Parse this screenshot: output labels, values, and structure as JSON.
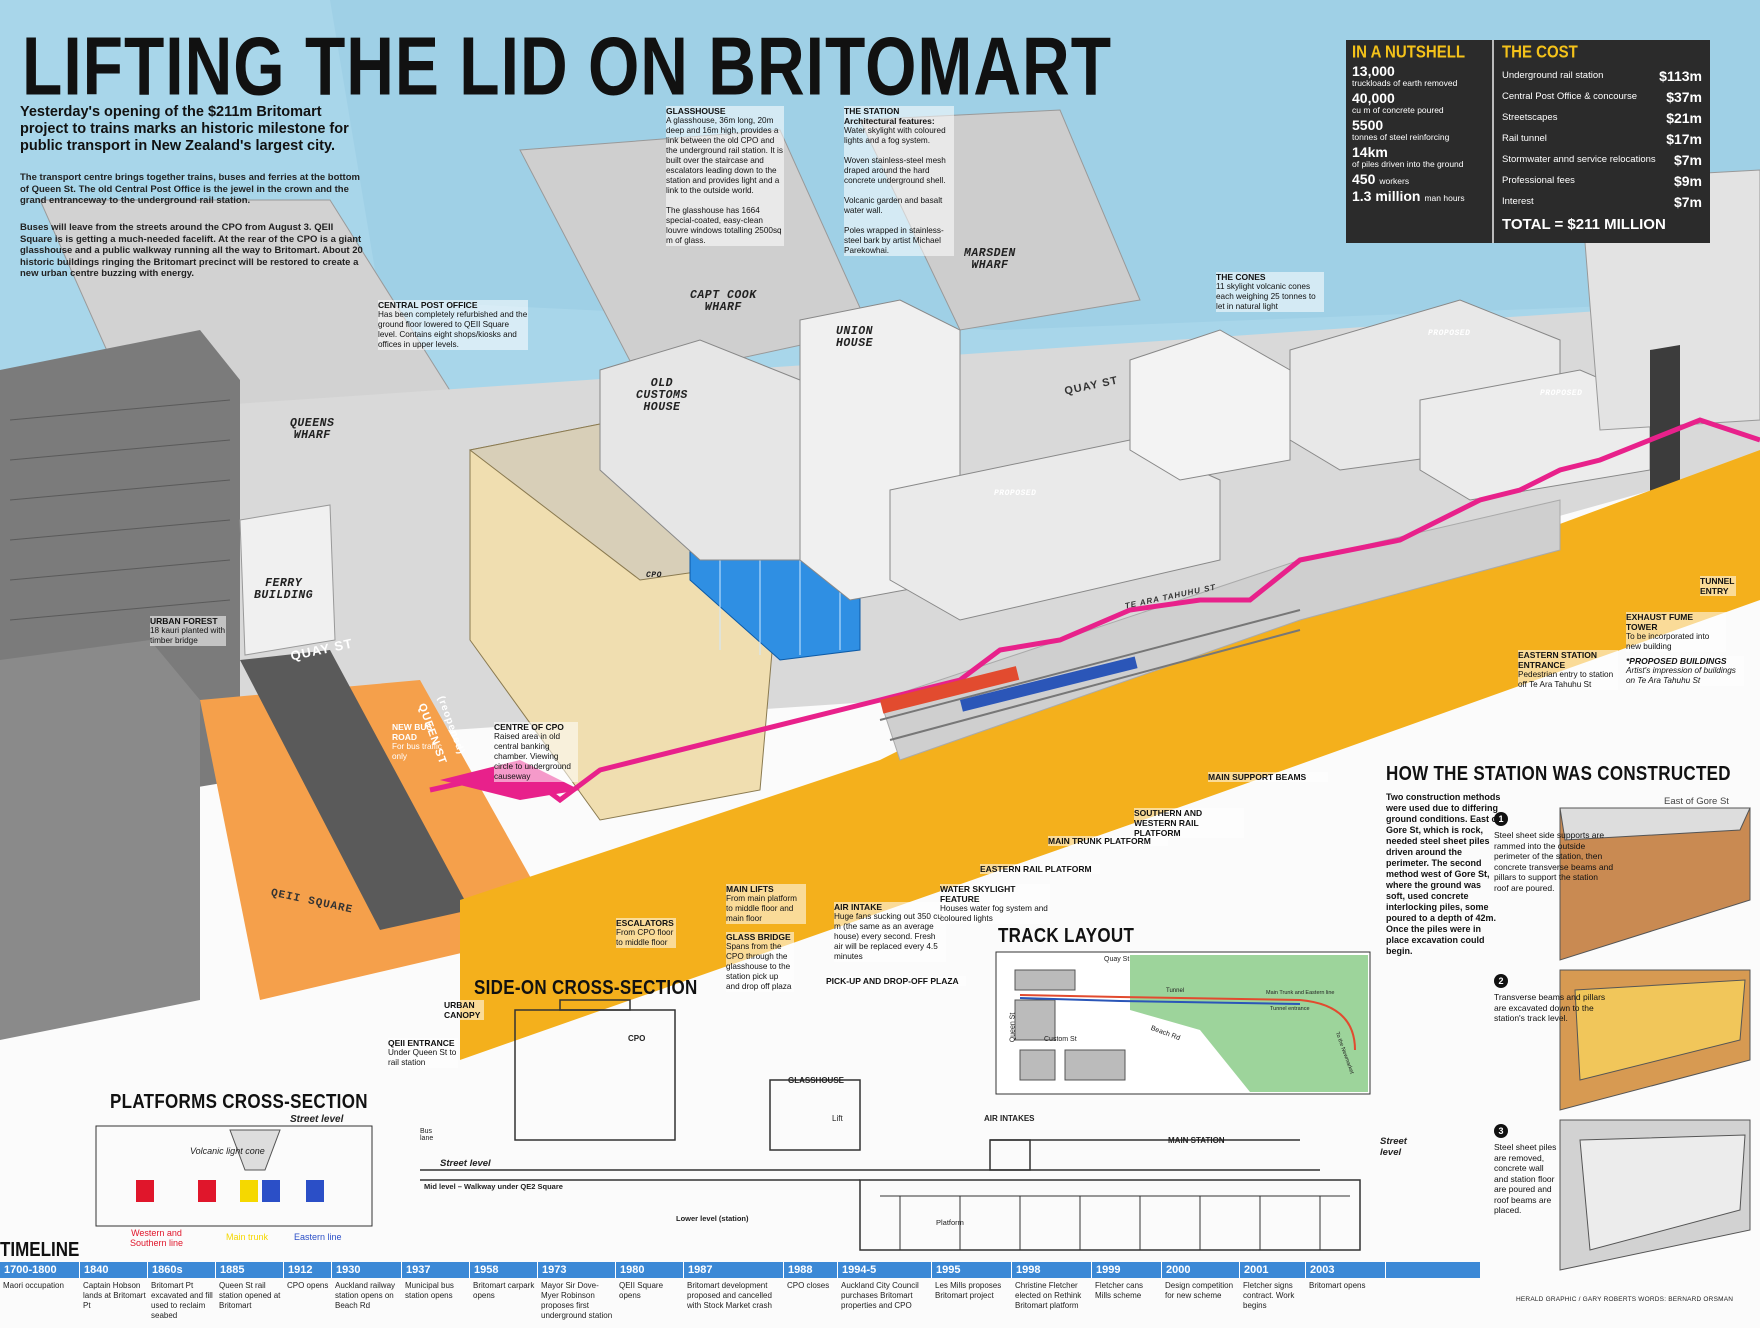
{
  "title": "LIFTING THE LID ON BRITOMART",
  "deck": "Yesterday's opening of the $211m Britomart project to trains marks an historic milestone for public transport in New Zealand's largest city.",
  "body1": "The transport centre brings together trains, buses and ferries at the bottom of Queen St. The old Central Post Office is the jewel in the crown and the grand entranceway to the underground rail station.",
  "body2": "Buses will leave from the streets around the CPO from August 3. QEII Square is is getting a much-needed facelift. At the rear of the CPO is a giant glasshouse and a public walkway running all the way to Britomart. About 20 historic buildings ringing the Britomart precinct will be restored to create a new urban centre buzzing with energy.",
  "nutshell": {
    "heading": "IN A NUTSHELL",
    "facts": [
      {
        "number": "13,000",
        "text": "truckloads of earth removed"
      },
      {
        "number": "40,000",
        "text": "cu m of concrete poured"
      },
      {
        "number": "5500",
        "text": "tonnes of steel reinforcing"
      },
      {
        "number": "14km",
        "text": "of piles driven into the ground"
      },
      {
        "number": "450",
        "text": "workers"
      },
      {
        "number": "1.3 million",
        "text": "man hours"
      }
    ]
  },
  "cost": {
    "heading": "THE COST",
    "items": [
      {
        "item": "Underground rail station",
        "value": "$113m"
      },
      {
        "item": "Central Post Office & concourse",
        "value": "$37m"
      },
      {
        "item": "Streetscapes",
        "value": "$21m"
      },
      {
        "item": "Rail tunnel",
        "value": "$17m"
      },
      {
        "item": "Stormwater annd service relocations",
        "value": "$7m"
      },
      {
        "item": "Professional fees",
        "value": "$9m"
      },
      {
        "item": "Interest",
        "value": "$7m"
      }
    ],
    "total": "TOTAL = $211 MILLION"
  },
  "places": {
    "queens_wharf": "QUEENS\nWHARF",
    "capt_cook": "CAPT COOK\nWHARF",
    "marsden": "MARSDEN\nWHARF",
    "old_customs": "OLD\nCUSTOMS\nHOUSE",
    "union_house": "UNION\nHOUSE",
    "ferry_building": "FERRY\nBUILDING",
    "cpo": "CPO",
    "proposed": "PROPOSED"
  },
  "streets": {
    "quay_st": "QUAY ST",
    "quay_st2": "QUAY ST",
    "queen_st": "QUEEN ST",
    "te_ara": "TE ARA TAHUHU ST",
    "qe2_square": "QEII SQUARE",
    "reopened": "(reopened)"
  },
  "labels": {
    "glasshouse": {
      "title": "GLASSHOUSE",
      "text": "A glasshouse, 36m long, 20m deep and 16m high, provides a link between the old CPO and the underground rail station. It is built over the staircase and escalators leading down to the station and provides light and a link to the outside world.",
      "text2": "The glasshouse has 1664 special-coated, easy-clean louvre windows totalling 2500sq m of glass."
    },
    "station": {
      "title": "THE STATION",
      "subtitle": "Architectural features:",
      "items": [
        "Water skylight with coloured lights and a fog system.",
        "Woven stainless-steel mesh draped around the hard concrete underground shell.",
        "Volcanic garden and basalt water wall.",
        "Poles wrapped in stainless-steel bark by artist Michael Parekowhai."
      ]
    },
    "cones": {
      "title": "THE CONES",
      "text": "11 skylight volcanic cones each weighing 25 tonnes to let in natural light"
    },
    "cpo_label": {
      "title": "CENTRAL POST OFFICE",
      "text": "Has been completely refurbished and the ground floor lowered to QEII Square level. Contains eight shops/kiosks and offices in upper levels."
    },
    "urban_forest": {
      "title": "URBAN FOREST",
      "text": "18 kauri planted with timber bridge"
    },
    "new_bus_road": {
      "title": "NEW BUS ROAD",
      "text": "For bus traffic only"
    },
    "centre_cpo": {
      "title": "CENTRE OF CPO",
      "text": "Raised area in old central banking chamber. Viewing circle to underground causeway"
    },
    "escalators": {
      "title": "ESCALATORS",
      "text": "From CPO floor to middle floor"
    },
    "main_lifts": {
      "title": "MAIN LIFTS",
      "text": "From main platform to middle floor and main floor"
    },
    "glass_bridge": {
      "title": "GLASS BRIDGE",
      "text": "Spans from the CPO through the glasshouse to the station pick up and drop off plaza"
    },
    "air_intake": {
      "title": "AIR INTAKE",
      "text": "Huge fans sucking out 350 cu. m (the same as an average house) every second. Fresh air will be replaced every 4.5 minutes"
    },
    "water_skylight": {
      "title": "WATER SKYLIGHT FEATURE",
      "text": "Houses water fog system and coloured lights"
    },
    "pickup": {
      "title": "PICK-UP AND DROP-OFF PLAZA"
    },
    "eastern_rail": {
      "title": "EASTERN RAIL PLATFORM"
    },
    "main_trunk": {
      "title": "MAIN TRUNK PLATFORM"
    },
    "southern_western": {
      "title": "SOUTHERN AND WESTERN RAIL PLATFORM"
    },
    "main_beams": {
      "title": "MAIN SUPPORT BEAMS"
    },
    "eastern_entrance": {
      "title": "EASTERN STATION ENTRANCE",
      "text": "Pedestrian entry to station off Te Ara Tahuhu St"
    },
    "exhaust": {
      "title": "EXHAUST FUME TOWER",
      "text": "To be incorporated into new building"
    },
    "proposed_note": {
      "title": "*PROPOSED BUILDINGS",
      "text": "Artist's impression of buildings on Te Ara Tahuhu St"
    },
    "tunnel": {
      "title": "TUNNEL ENTRY"
    },
    "urban_canopy": {
      "title": "URBAN CANOPY"
    },
    "qe2_entrance": {
      "title": "QEII ENTRANCE",
      "text": "Under Queen St to rail station"
    }
  },
  "side_section": {
    "heading": "SIDE-ON CROSS-SECTION",
    "cpo": "CPO",
    "glasshouse": "GLASSHOUSE",
    "lift": "Lift",
    "air_intakes": "AIR INTAKES",
    "main_station": "MAIN STATION",
    "street_level": "Street level",
    "street_level_right": "Street\nlevel",
    "bus_lane": "Bus\nlane",
    "mid_level": "Mid level – Walkway under QE2 Square",
    "lower_level": "Lower level (station)",
    "platform": "Platform"
  },
  "platforms_section": {
    "heading": "PLATFORMS CROSS-SECTION",
    "street_level": "Street level",
    "cone": "Volcanic light cone",
    "legend_western": "Western and\nSouthern line",
    "legend_main": "Main trunk",
    "legend_eastern": "Eastern line",
    "colors": {
      "western": "#e0162b",
      "main": "#f5d800",
      "eastern": "#2b4fc7"
    }
  },
  "track_layout": {
    "heading": "TRACK LAYOUT",
    "quay_st": "Quay St",
    "queen_st": "Queen St",
    "custom_st": "Custom St",
    "beach_rd": "Beach Rd",
    "tunnel": "Tunnel",
    "main_line": "Main Trunk and Eastern line",
    "tunnel_entrance": "Tunnel entrance",
    "to_newmarket": "To the Newmarket"
  },
  "how_built": {
    "heading": "HOW THE STATION WAS CONSTRUCTED",
    "intro": "Two construction methods were used due to differing ground conditions. East of Gore St, which is rock, needed steel sheet piles driven around the perimeter. The second method west of Gore St, where the ground was soft, used concrete interlocking piles, some poured to a depth of 42m. Once the piles were in place excavation could begin.",
    "east_label": "East of Gore St",
    "steps": [
      {
        "n": "1",
        "text": "Steel sheet side supports are rammed into the outside perimeter of the station, then concrete transverse beams and pillars to support the station roof are poured."
      },
      {
        "n": "2",
        "text": "Transverse beams and pillars are excavated down to the station's track level."
      },
      {
        "n": "3",
        "text": "Steel sheet piles are removed, concrete wall and station floor are poured and roof beams are placed."
      }
    ]
  },
  "timeline": {
    "heading": "TIMELINE",
    "entries": [
      {
        "year": "1700-1800",
        "event": "Maori occupation"
      },
      {
        "year": "1840",
        "event": "Captain Hobson lands at Britomart Pt"
      },
      {
        "year": "1860s",
        "event": "Britomart Pt excavated and fill used to reclaim seabed"
      },
      {
        "year": "1885",
        "event": "Queen St rail station opened at Britomart"
      },
      {
        "year": "1912",
        "event": "CPO opens"
      },
      {
        "year": "1930",
        "event": "Auckland railway station opens on Beach Rd"
      },
      {
        "year": "1937",
        "event": "Municipal bus station opens"
      },
      {
        "year": "1958",
        "event": "Britomart carpark opens"
      },
      {
        "year": "1973",
        "event": "Mayor Sir Dove-Myer Robinson proposes first underground station"
      },
      {
        "year": "1980",
        "event": "QEII Square opens"
      },
      {
        "year": "1987",
        "event": "Britomart development proposed and cancelled with Stock Market crash"
      },
      {
        "year": "1988",
        "event": "CPO closes"
      },
      {
        "year": "1994-5",
        "event": "Auckland City Council purchases Britomart properties and CPO"
      },
      {
        "year": "1995",
        "event": "Les Mills proposes Britomart project"
      },
      {
        "year": "1998",
        "event": "Christine Fletcher elected on Rethink Britomart platform"
      },
      {
        "year": "1999",
        "event": "Fletcher cans Mills scheme"
      },
      {
        "year": "2000",
        "event": "Design competition for new scheme"
      },
      {
        "year": "2001",
        "event": "Fletcher signs contract. Work begins"
      },
      {
        "year": "2003",
        "event": "Britomart opens"
      }
    ]
  },
  "credit": "HERALD GRAPHIC / GARY ROBERTS WORDS: BERNARD ORSMAN"
}
